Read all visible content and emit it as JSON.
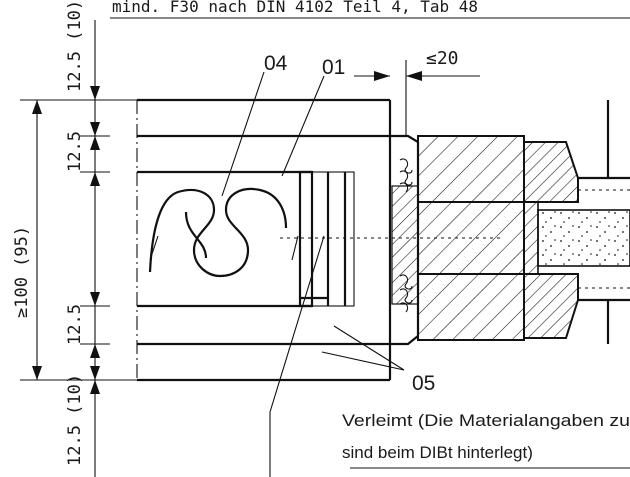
{
  "header": {
    "text": "mind. F30 nach DIN 4102 Teil 4, Tab 48"
  },
  "dimensions": {
    "top": "12.5 (10)",
    "upper": "12.5",
    "overall": "≥100 (95)",
    "lower": "12.5",
    "bottom": "12.5 (10)",
    "gap": "≤20"
  },
  "callouts": {
    "item_04": "04",
    "item_01": "01",
    "item_05": "05"
  },
  "note": {
    "line1": "Verleimt (Die Materialangaben zu",
    "line2": "sind  beim DIBt hinterlegt)"
  },
  "colors": {
    "ink": "#111111",
    "paper": "#ffffff"
  }
}
